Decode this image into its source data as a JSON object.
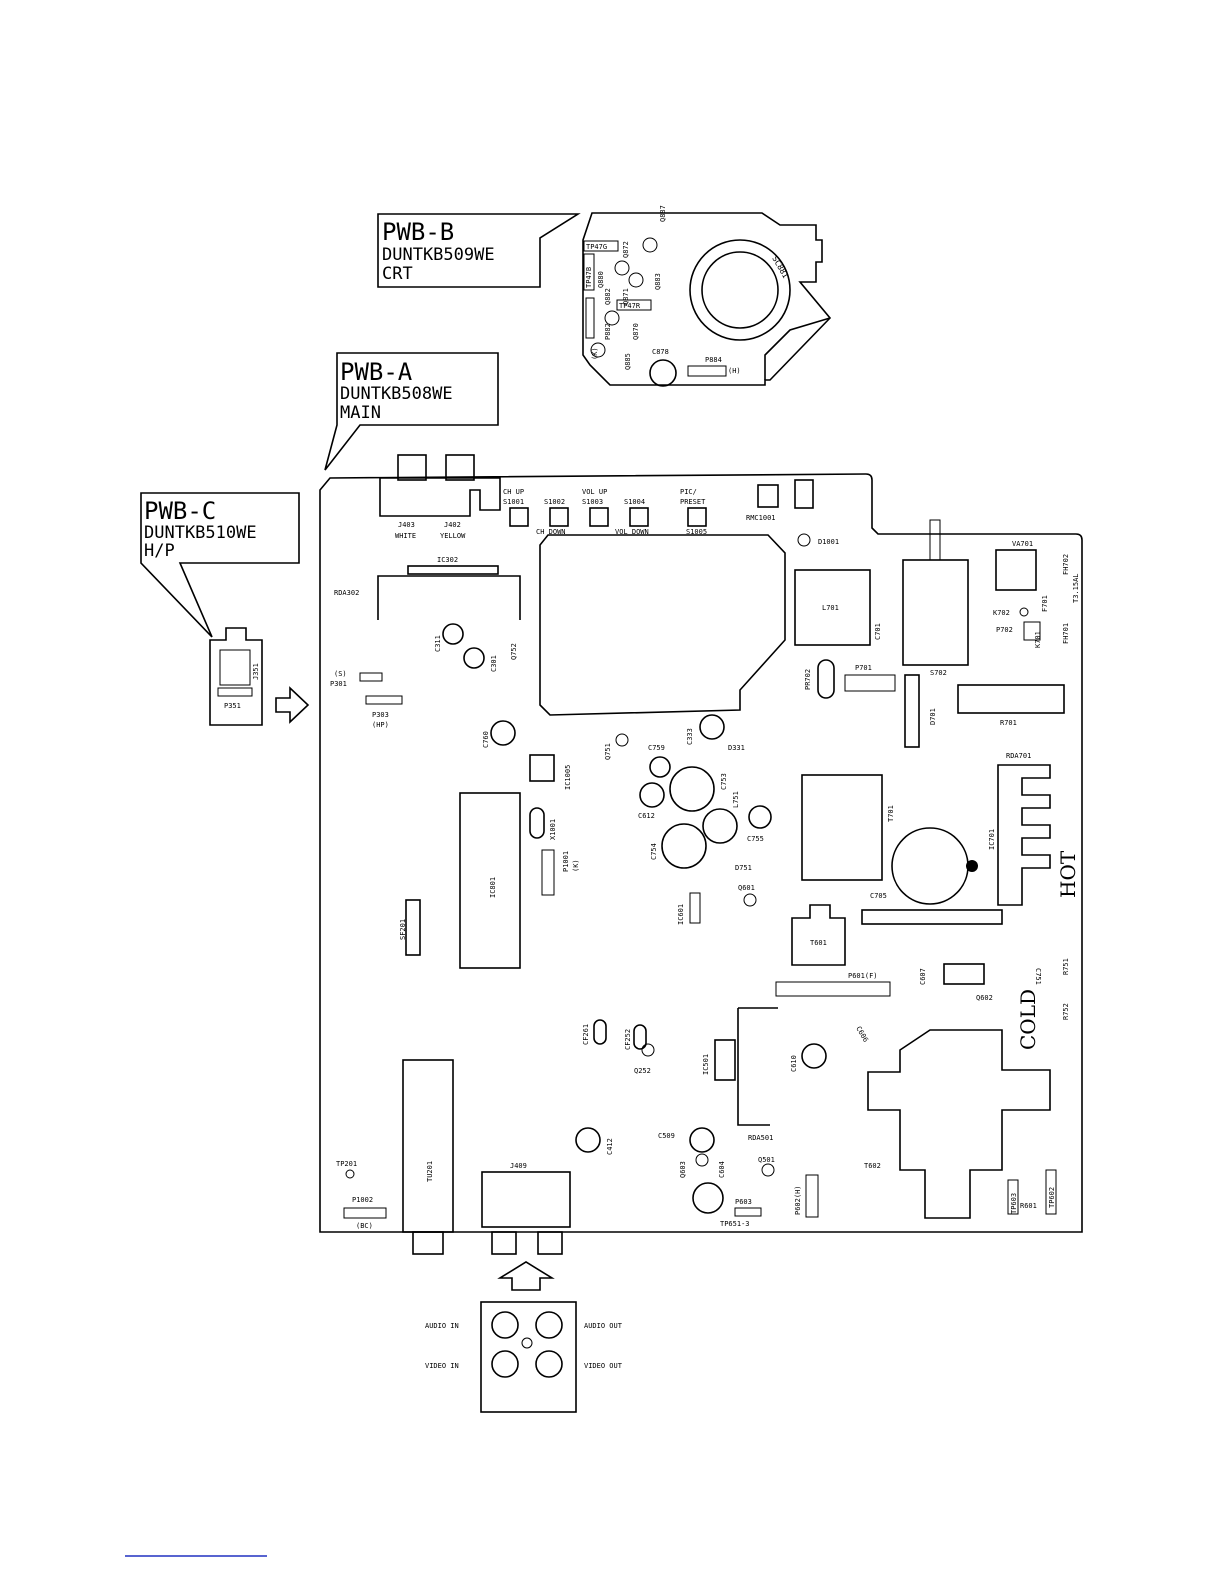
{
  "labels": {
    "pwb_b": {
      "title": "PWB-B",
      "code": "DUNTKB509WE",
      "name": "CRT"
    },
    "pwb_a": {
      "title": "PWB-A",
      "code": "DUNTKB508WE",
      "name": "MAIN"
    },
    "pwb_c": {
      "title": "PWB-C",
      "code": "DUNTKB510WE",
      "name": "H/P"
    }
  },
  "zones": {
    "hot": "HOT",
    "cold": "COLD"
  },
  "buttons": {
    "s1001_top": "CH UP",
    "s1001": "S1001",
    "s1002": "S1002",
    "s1002_bottom": "CH DOWN",
    "s1003_top": "VOL UP",
    "s1003": "S1003",
    "s1004": "S1004",
    "s1004_bottom": "VOL DOWN",
    "s1005_top1": "PIC/",
    "s1005_top2": "PRESET",
    "s1005": "S1005"
  },
  "jacks": {
    "j403": "J403",
    "j403_color": "WHITE",
    "j402": "J402",
    "j402_color": "YELLOW"
  },
  "av_panel": {
    "audio_in": "AUDIO IN",
    "video_in": "VIDEO IN",
    "audio_out": "AUDIO OUT",
    "video_out": "VIDEO OUT"
  },
  "pwb_b_parts": {
    "sc881": "SC881",
    "q887": "Q887",
    "q872": "Q872",
    "tp47g": "TP47G",
    "tp47b": "TP47B",
    "q880": "Q880",
    "q882": "Q882",
    "q883": "Q883",
    "q871": "Q871",
    "tp47r": "TP47R",
    "p882": "P882",
    "q870": "Q870",
    "q885": "Q885",
    "k": "(K)",
    "c878": "C878",
    "p884": "P884",
    "h": "(H)"
  },
  "main_parts": {
    "ic302": "IC302",
    "rda302": "RDA302",
    "rmc1001": "RMC1001",
    "d1001": "D1001",
    "l701": "L701",
    "c701": "C701",
    "s702": "S702",
    "va701": "VA701",
    "f701": "F701",
    "fh702": "FH702",
    "fh701": "FH701",
    "t315": "T3.15AL",
    "k702": "K702",
    "p702": "P702",
    "k701": "K701",
    "c311": "C311",
    "c301": "C301",
    "q752": "Q752",
    "s_p301": "(S)",
    "p301": "P301",
    "p303": "P303",
    "hp": "(HP)",
    "pr702": "PR702",
    "p701": "P701",
    "d701": "D701",
    "r701": "R701",
    "rda701": "RDA701",
    "c760": "C760",
    "q751": "Q751",
    "c333": "C333",
    "d331": "D331",
    "c759": "C759",
    "ic1005": "IC1005",
    "c753": "C753",
    "l751": "L751",
    "c612": "C612",
    "c755": "C755",
    "x1001": "X1001",
    "c754": "C754",
    "d751": "D751",
    "t701": "T701",
    "ic701": "IC701",
    "ic801": "IC801",
    "p1001": "P1001",
    "p1001k": "(K)",
    "sf201": "SF201",
    "ic601": "IC601",
    "q601": "Q601",
    "c705": "C705",
    "t601": "T601",
    "p601": "P601(F)",
    "c607": "C607",
    "q602": "Q602",
    "c751": "C751",
    "r751": "R751",
    "r752": "R752",
    "cf261": "CF261",
    "cf252": "CF252",
    "q252": "Q252",
    "ic501": "IC501",
    "c606": "C606",
    "c610": "C610",
    "tu201": "TU201",
    "c412": "C412",
    "c509": "C509",
    "rda501": "RDA501",
    "t602": "T602",
    "tp201": "TP201",
    "j409": "J409",
    "q603": "Q603",
    "c604": "C604",
    "q501": "Q501",
    "p603": "P603",
    "p602": "P602(H)",
    "tp651": "TP651-3",
    "tp603": "TP603",
    "r601": "R601",
    "tp602": "TP602",
    "p1002": "P1002",
    "bc": "(BC)"
  },
  "pwb_c_parts": {
    "j351": "J351",
    "p351": "P351"
  }
}
